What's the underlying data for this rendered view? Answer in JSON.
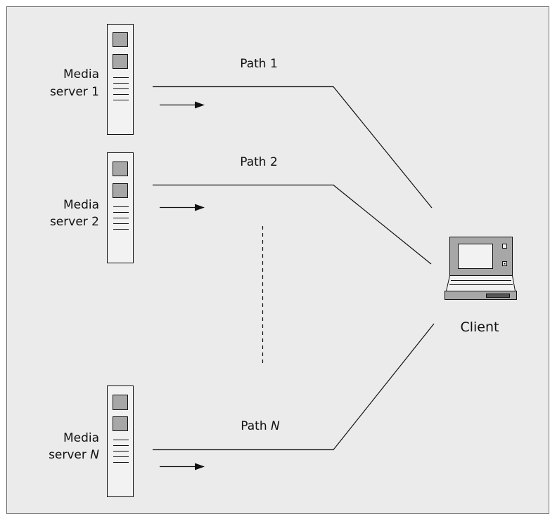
{
  "colors": {
    "background": "#ebebeb",
    "border": "#6e6e6e",
    "server_fill": "#f2f2f2",
    "slot_fill": "#a7a7a7",
    "line": "#111111"
  },
  "servers": [
    {
      "label_line1": "Media",
      "label_line2_prefix": "server ",
      "label_line2_suffix": "1",
      "suffix_italic": false,
      "path_prefix": "Path ",
      "path_suffix": "1",
      "path_italic": false
    },
    {
      "label_line1": "Media",
      "label_line2_prefix": "server ",
      "label_line2_suffix": "2",
      "suffix_italic": false,
      "path_prefix": "Path ",
      "path_suffix": "2",
      "path_italic": false
    },
    {
      "label_line1": "Media",
      "label_line2_prefix": "server ",
      "label_line2_suffix": "N",
      "suffix_italic": true,
      "path_prefix": "Path ",
      "path_suffix": "N",
      "path_italic": true
    }
  ],
  "client": {
    "label": "Client",
    "icon": "laptop-icon"
  },
  "server_icon": "server-tower-icon",
  "arrow_icon": "right-arrow-icon"
}
